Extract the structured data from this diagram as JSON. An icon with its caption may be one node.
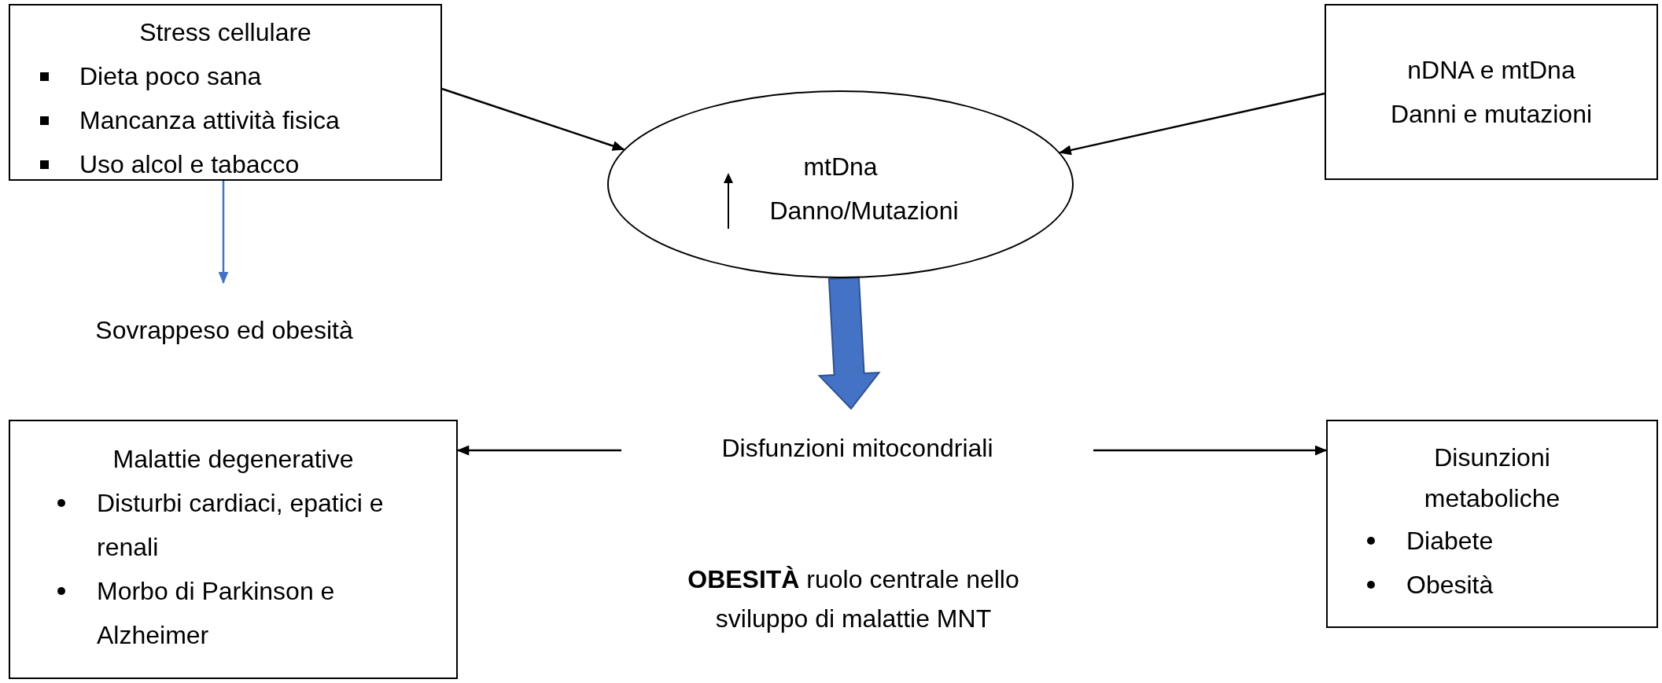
{
  "diagram": {
    "nodes": [
      {
        "text": [
          "Stress cellulare",
          "Dieta poco sana",
          "Mancanza attività fisica",
          "Uso alcol e tabacco"
        ]
      },
      {
        "text": [
          "mtDna",
          "Danno/Mutazioni"
        ]
      },
      {
        "text": [
          "nDNA e mtDna Danni e mutazioni"
        ]
      },
      {
        "text": [
          "Sovrappeso ed obesità"
        ]
      },
      {
        "text": [
          "Disfunzioni mitocondriali"
        ]
      },
      {
        "text": [
          "Malattie degenerative",
          "Disturbi cardiaci, epatici e renali",
          "Morbo di Parkinson e Alzheimer"
        ]
      },
      {
        "text": [
          "Disunzioni metaboliche",
          "Diabete",
          "Obesità"
        ]
      }
    ],
    "edges": [
      {
        "from": 0,
        "to": 1,
        "arrow": "to"
      },
      {
        "from": 2,
        "to": 1,
        "arrow": "to"
      },
      {
        "from": 0,
        "to": 3,
        "arrow": "to",
        "color": "#4472c4"
      },
      {
        "from": 1,
        "to": 4,
        "arrow": "to",
        "style": "thick",
        "color": "#4472c4"
      },
      {
        "from": 4,
        "to": 5,
        "arrow": "to"
      },
      {
        "from": 4,
        "to": 6,
        "arrow": "to"
      }
    ],
    "labels": [
      "**OBESITÀ** ruolo centrale nello sviluppo di malattie MNT"
    ]
  }
}
